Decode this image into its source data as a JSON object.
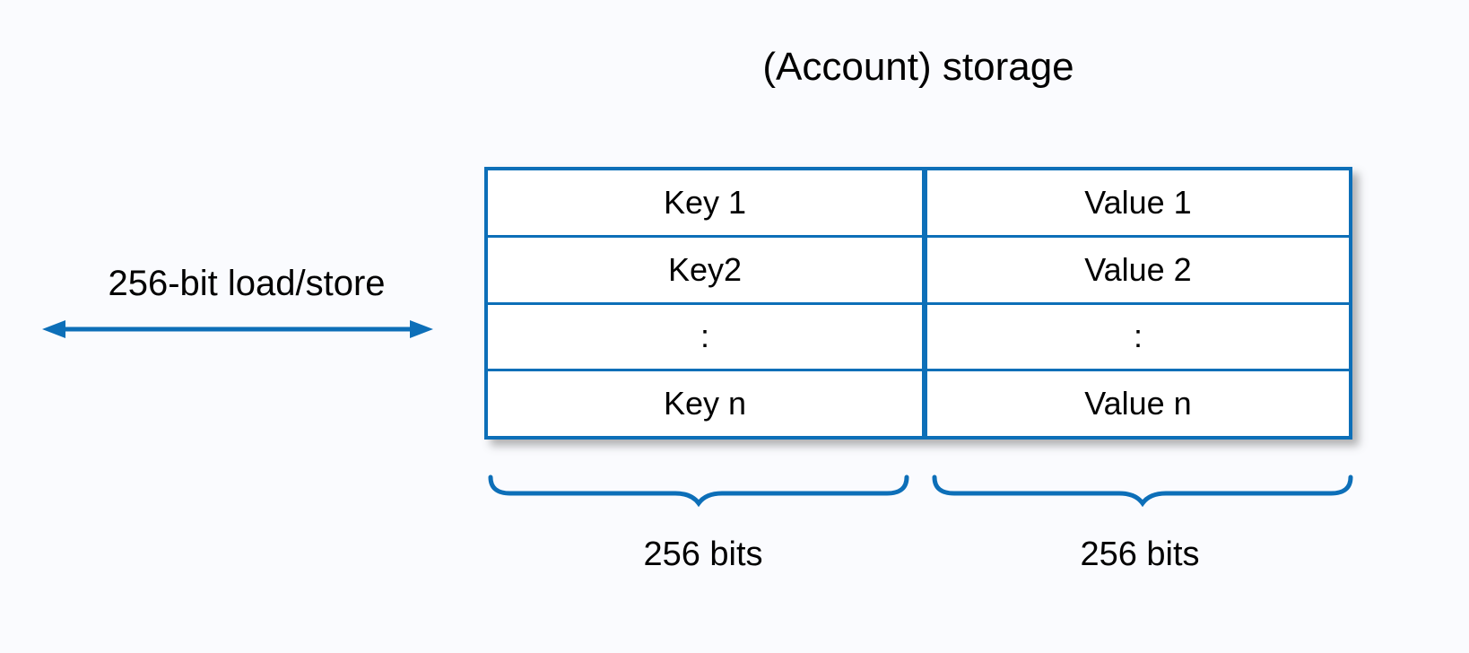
{
  "colors": {
    "accent_blue": "#0D6FB8",
    "background": "#FAFBFE",
    "cell_fill": "#FFFFFF",
    "text": "#000000",
    "shadow": "rgba(90,90,90,0.45)"
  },
  "title": "(Account) storage",
  "left_annotation": {
    "label": "256-bit load/store",
    "arrow_icon": "double-headed-horizontal-arrow"
  },
  "table": {
    "columns": [
      "key",
      "value"
    ],
    "rows": [
      {
        "key": "Key 1",
        "value": "Value 1"
      },
      {
        "key": "Key2",
        "value": "Value 2"
      },
      {
        "key": ":",
        "value": ":"
      },
      {
        "key": "Key n",
        "value": "Value n"
      }
    ]
  },
  "width_annotations": {
    "brace_icon": "underbrace",
    "left_label": "256 bits",
    "right_label": "256 bits"
  }
}
